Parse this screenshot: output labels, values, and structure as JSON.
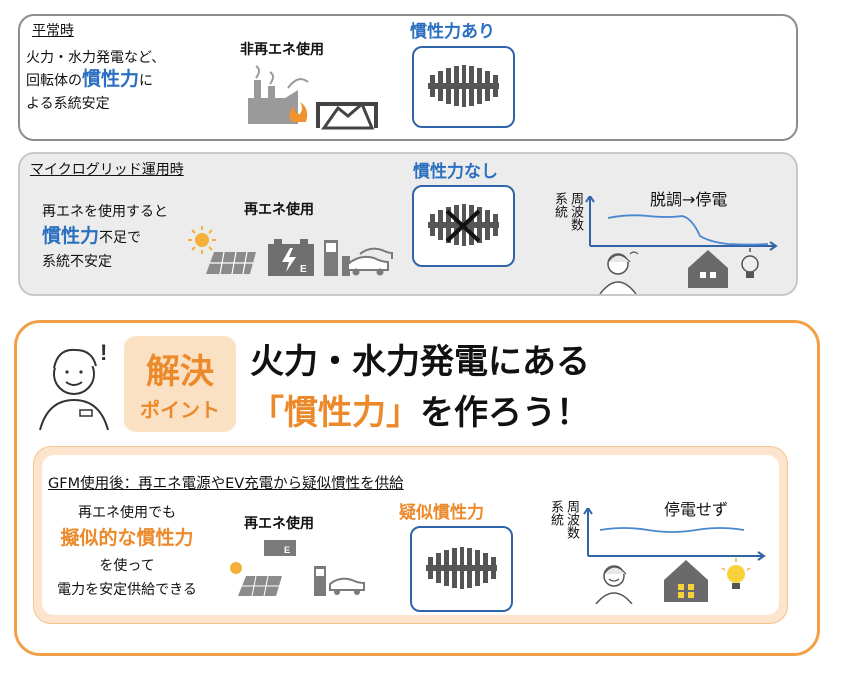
{
  "panel1": {
    "title": "平常時",
    "desc_line1": "火力・水力発電など、",
    "desc_line2_pre": "回転体の",
    "desc_line2_em": "慣性力",
    "desc_line2_post": "に",
    "desc_line3": "よる系統安定",
    "source_label": "非再エネ使用",
    "inertia_label": "慣性力あり"
  },
  "panel2": {
    "title": "マイクログリッド運用時",
    "desc_line1": "再エネを使用すると",
    "desc_line2_em": "慣性力",
    "desc_line2_post": "不足で",
    "desc_line3": "系統不安定",
    "source_label": "再エネ使用",
    "inertia_label": "慣性力なし",
    "graph_ylabel_1": "系統",
    "graph_ylabel_2": "周波数",
    "graph_annotation": "脱調→停電"
  },
  "panel3": {
    "badge_line1": "解決",
    "badge_line2": "ポイント",
    "headline_line1": "火力・水力発電にある",
    "headline_line2_em": "「慣性力」",
    "headline_line2_post": "を作ろう！",
    "sub_title": "GFM使用後：再エネ電源やEV充電から疑似慣性を供給",
    "desc_line1": "再エネ使用でも",
    "desc_line2_em": "擬似的な慣性力",
    "desc_line3": "を使って",
    "desc_line4": "電力を安定供給できる",
    "source_label": "再エネ使用",
    "inertia_label": "疑似慣性力",
    "graph_ylabel_1": "系統",
    "graph_ylabel_2": "周波数",
    "graph_annotation": "停電せず"
  },
  "colors": {
    "accent_blue": "#2a6fc0",
    "accent_orange": "#ec8a2b",
    "panel_border": "#8d8d8d"
  }
}
